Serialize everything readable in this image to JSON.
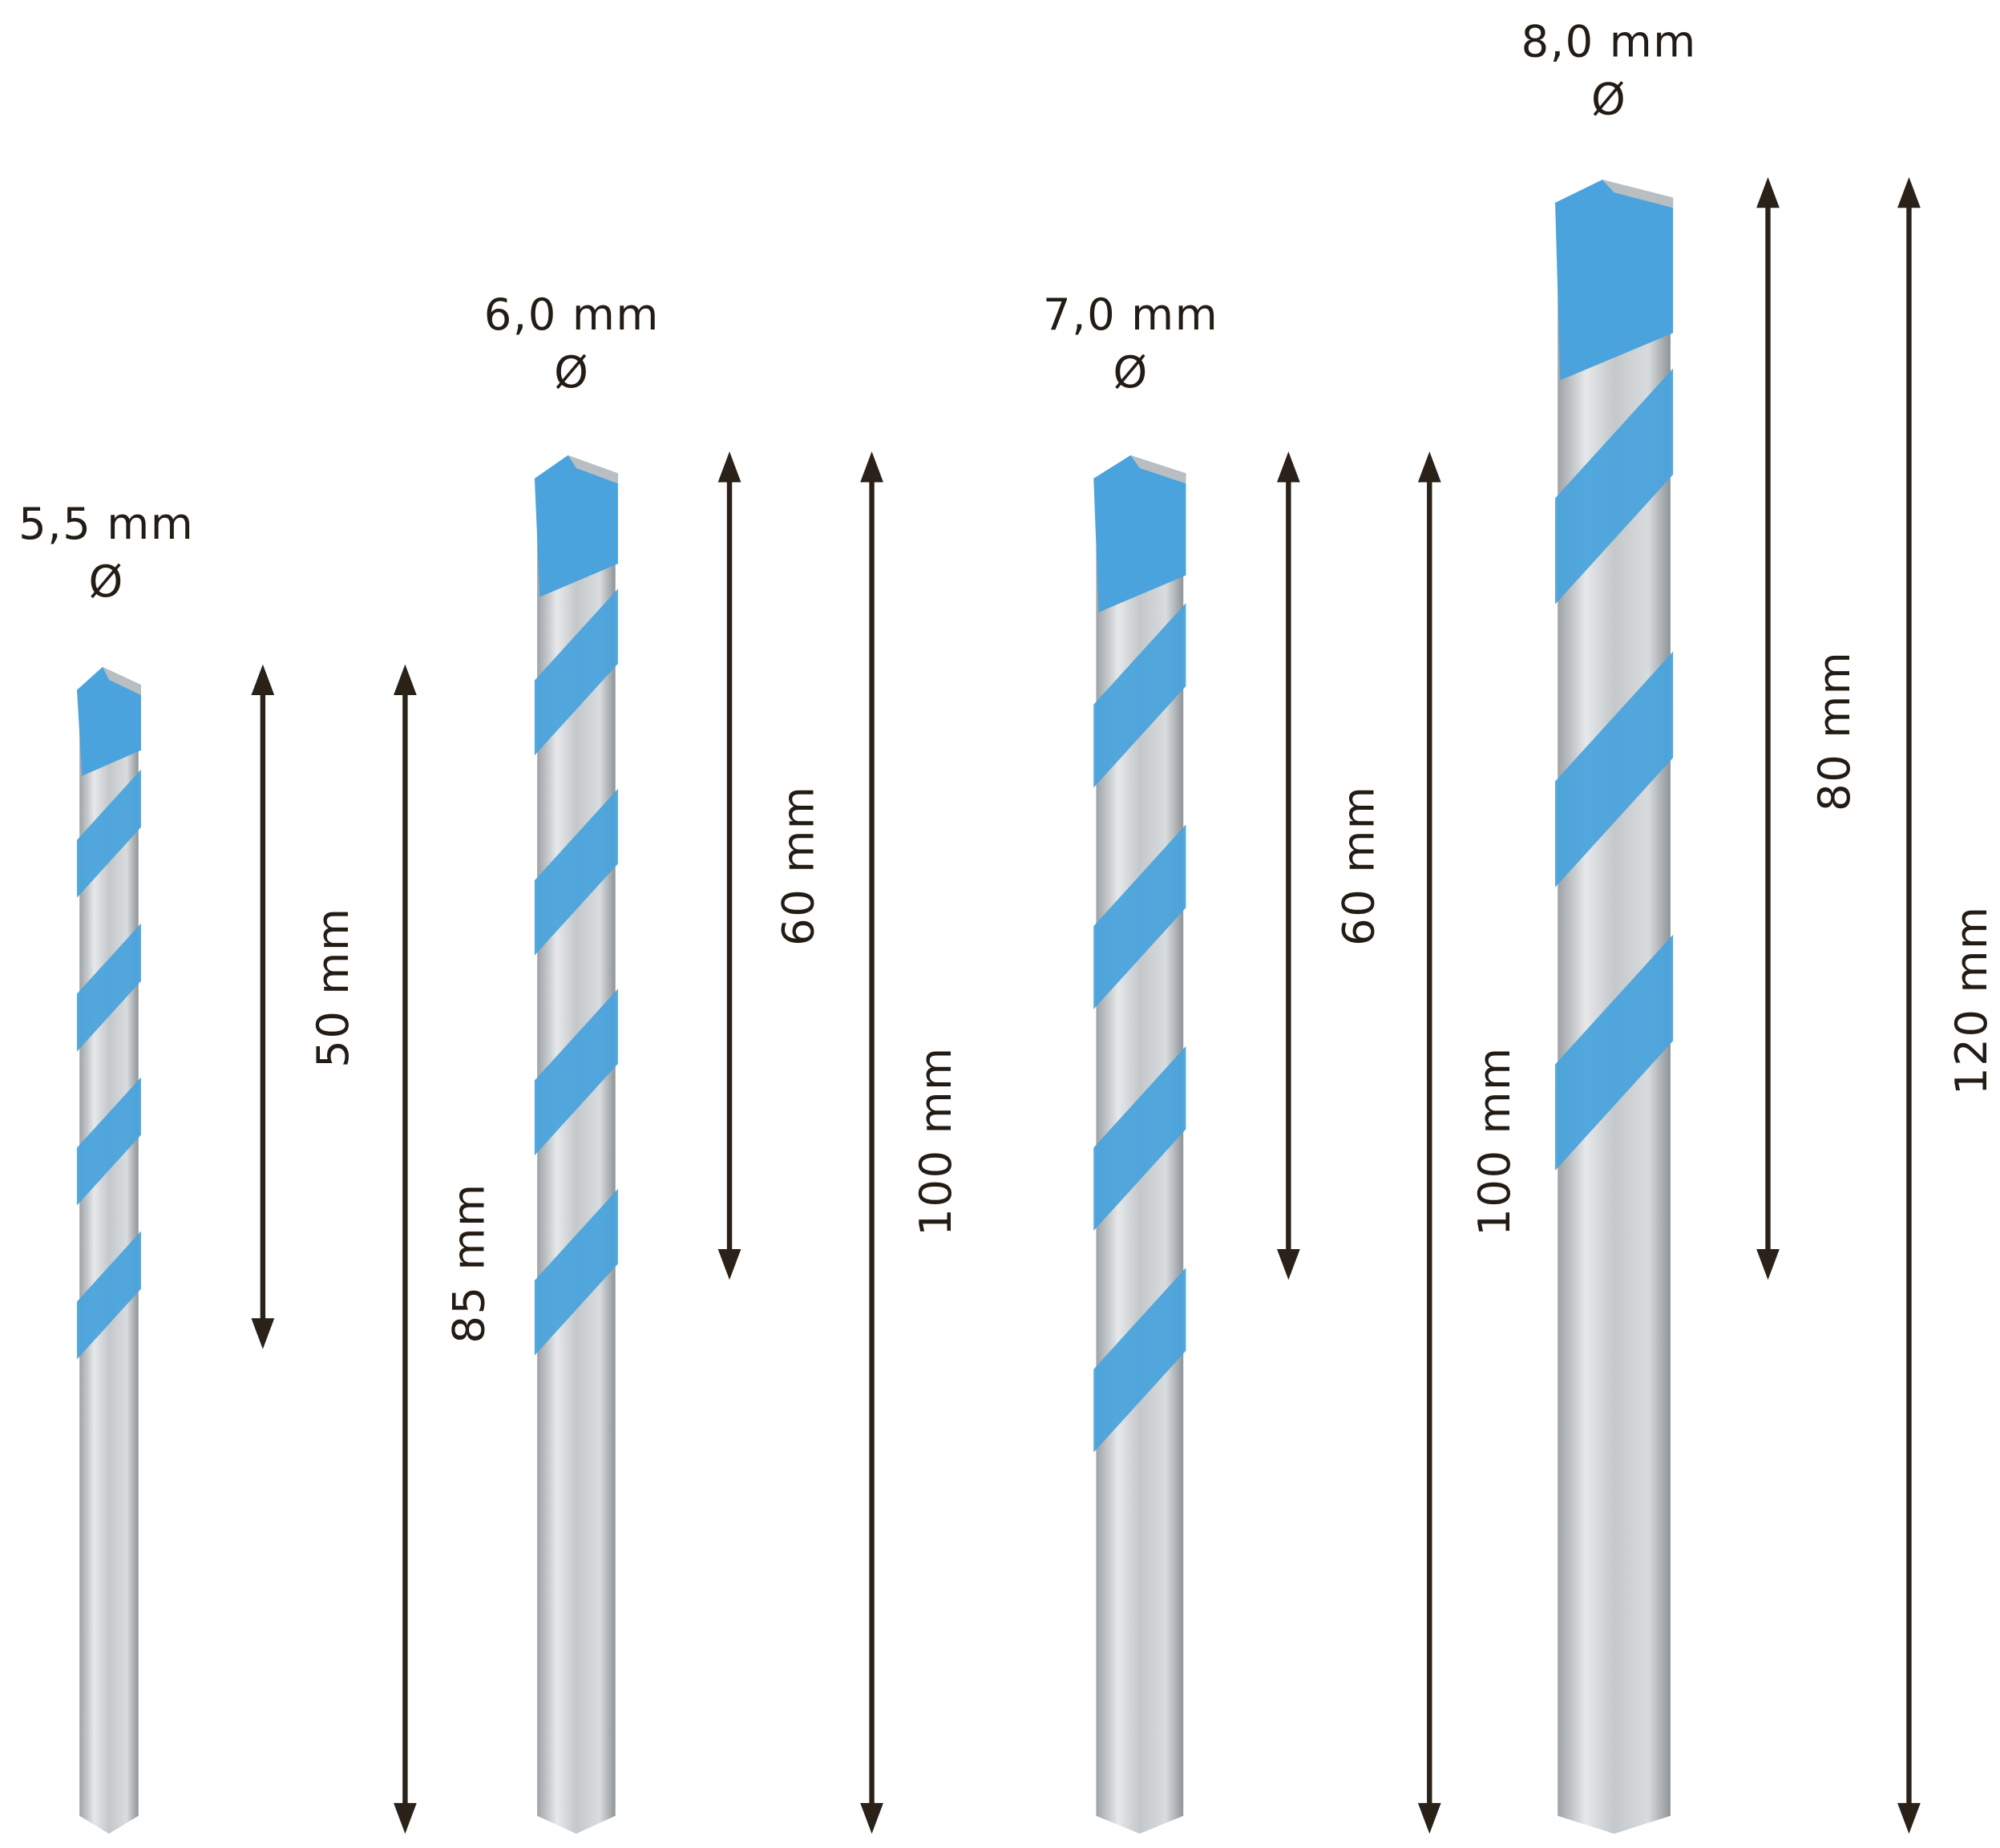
{
  "colors": {
    "flute": "#4aa3dc",
    "shank": "#c9cdd0",
    "arrow": "#2a2118"
  },
  "diameter_symbol": "Ø",
  "bits": [
    {
      "diameter": "5,5 mm",
      "working_length": "50 mm",
      "total_length": "85 mm"
    },
    {
      "diameter": "6,0 mm",
      "working_length": "60 mm",
      "total_length": "100 mm"
    },
    {
      "diameter": "7,0 mm",
      "working_length": "60 mm",
      "total_length": "100 mm"
    },
    {
      "diameter": "8,0 mm",
      "working_length": "80 mm",
      "total_length": "120 mm"
    }
  ]
}
